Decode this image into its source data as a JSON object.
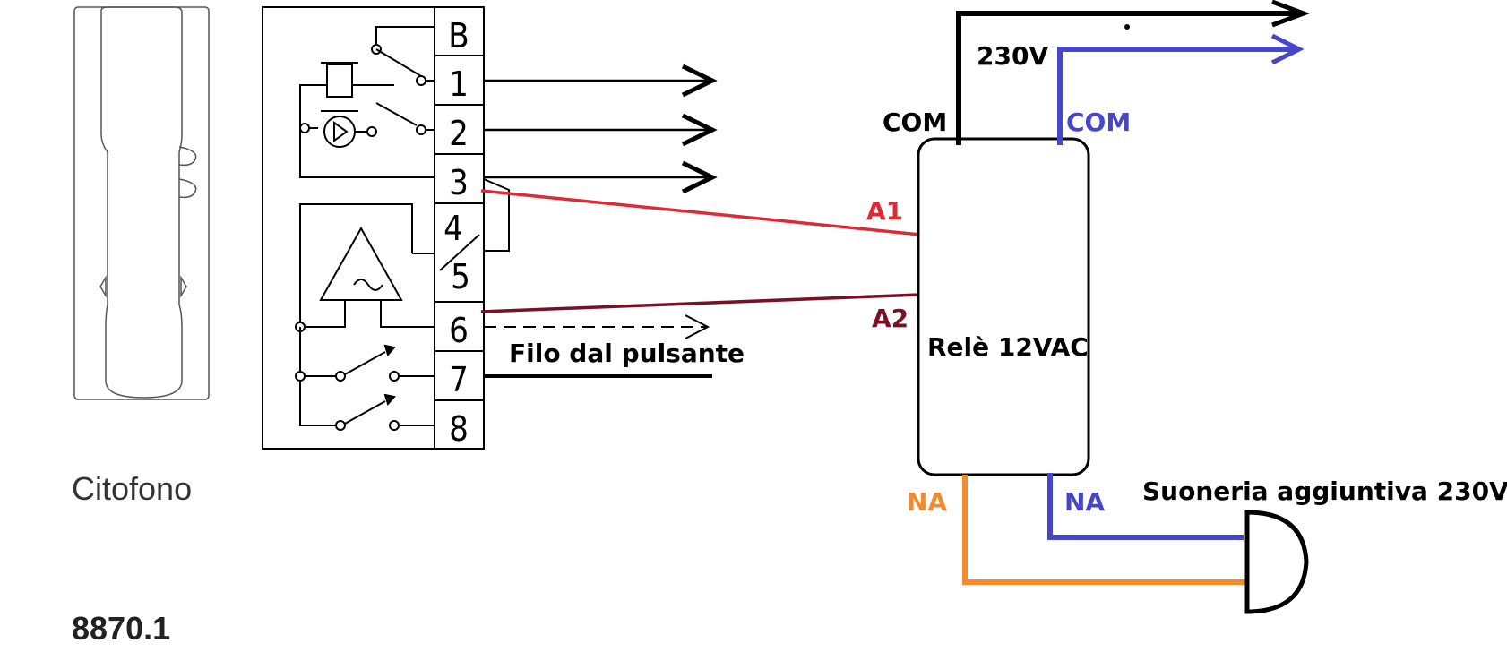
{
  "intercom": {
    "caption": "Citofono",
    "model": "8870.1",
    "terminals": [
      "B",
      "1",
      "2",
      "3",
      "4",
      "5",
      "6",
      "7",
      "8"
    ]
  },
  "wiring": {
    "button_wire_label": "Filo dal pulsante",
    "mains_label": "230V"
  },
  "relay": {
    "title": "Relè 12VAC",
    "com_left": "COM",
    "com_right": "COM",
    "coil_a1": "A1",
    "coil_a2": "A2",
    "na_left": "NA",
    "na_right": "NA"
  },
  "bell": {
    "title": "Suoneria aggiuntiva 230V"
  },
  "colors": {
    "black_wire": "#000000",
    "blue_wire": "#4646c8",
    "red_wire": "#dd2b36",
    "darkred_wire": "#7a1024",
    "orange_wire": "#f28a30"
  }
}
